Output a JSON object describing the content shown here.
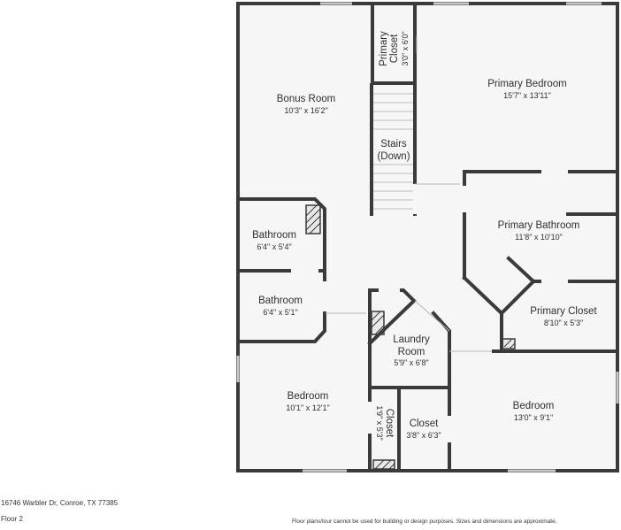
{
  "rooms": {
    "bonus_room": {
      "name": "Bonus Room",
      "dims": "10'3\" x 16'2\""
    },
    "primary_closet_top": {
      "name_line1": "Primary",
      "name_line2": "Closet",
      "dims": "3'0\" x 6'0\""
    },
    "primary_bedroom": {
      "name": "Primary Bedroom",
      "dims": "15'7\" x 13'11\""
    },
    "stairs": {
      "name_line1": "Stairs",
      "name_line2": "(Down)"
    },
    "bathroom_1": {
      "name": "Bathroom",
      "dims": "6'4\" x 5'4\""
    },
    "bathroom_2": {
      "name": "Bathroom",
      "dims": "6'4\" x 5'1\""
    },
    "primary_bathroom": {
      "name": "Primary Bathroom",
      "dims": "11'8\" x 10'10\""
    },
    "primary_closet": {
      "name": "Primary Closet",
      "dims": "8'10\" x 5'3\""
    },
    "laundry_room": {
      "name_line1": "Laundry",
      "name_line2": "Room",
      "dims": "5'9\" x 6'8\""
    },
    "bedroom_left": {
      "name": "Bedroom",
      "dims": "10'1\" x 12'1\""
    },
    "closet_small": {
      "name": "Closet",
      "dims": "1'9\" x 5'3\""
    },
    "closet": {
      "name": "Closet",
      "dims": "3'8\" x 6'3\""
    },
    "bedroom_right": {
      "name": "Bedroom",
      "dims": "13'0\" x 9'1\""
    }
  },
  "footer": {
    "address": "16746 Warbler Dr, Conroe, TX 77385",
    "floor": "Floor 2",
    "disclaimer": "Floor plans/tour cannot be used for building or design purposes. Sizes and dimensions are approximate."
  },
  "colors": {
    "wall": "#3a3a3a",
    "floor": "#f6f6f6",
    "window": "#c9c9c9"
  }
}
